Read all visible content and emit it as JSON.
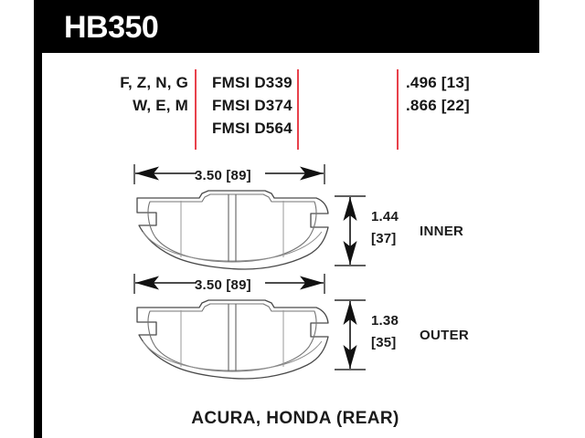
{
  "header": {
    "part_number": "HB350"
  },
  "spec_table": {
    "compound_codes": [
      "F, Z, N, G",
      "W, E, M"
    ],
    "fmsi_numbers": [
      "FMSI D339",
      "FMSI D374",
      "FMSI D564"
    ],
    "thicknesses": [
      ".496 [13]",
      ".866 [22]"
    ],
    "divider_color": "#e8414b"
  },
  "pads": [
    {
      "position_label": "INNER",
      "width_dim": "3.50 [89]",
      "height_dim_in": "1.44",
      "height_dim_mm": "[37]"
    },
    {
      "position_label": "OUTER",
      "width_dim": "3.50 [89]",
      "height_dim_in": "1.38",
      "height_dim_mm": "[35]"
    }
  ],
  "caption": {
    "application": "ACURA, HONDA (REAR)"
  }
}
